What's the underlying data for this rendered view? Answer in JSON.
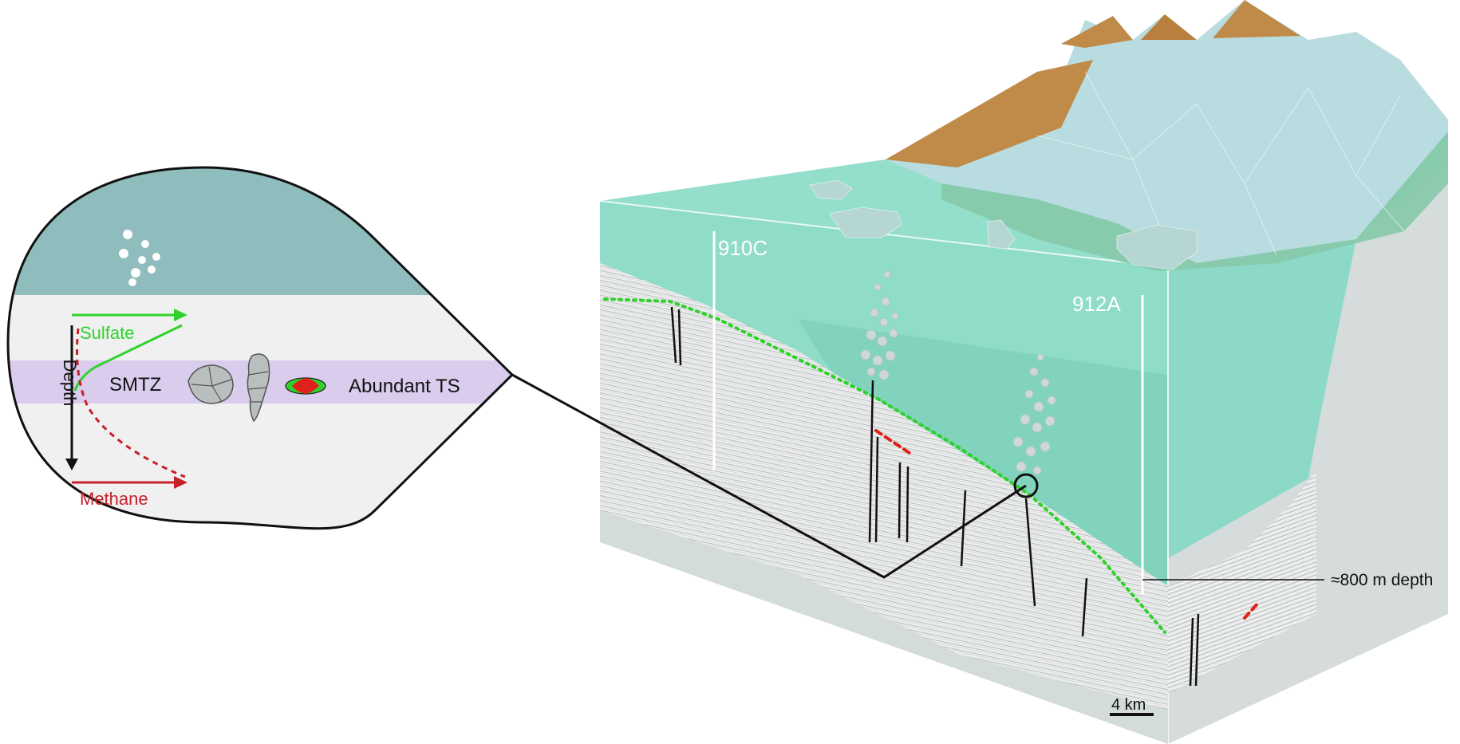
{
  "labels": {
    "site_a": "910C",
    "site_b": "912A",
    "depth_note": "≈800 m depth",
    "scale_bar": "4 km"
  },
  "inset": {
    "sulfate": "Sulfate",
    "methane": "Methane",
    "depth_axis": "Depth",
    "zone": "SMTZ",
    "abundant": "Abundant TS"
  },
  "colors": {
    "sulfate": "#2fd22b",
    "methane": "#c8202a",
    "smtz_band": "#d9ccec",
    "water": "#8fdcc8",
    "ice": "#b8dcdf",
    "land": "#c08a49",
    "sediment": "#e6e8e6"
  }
}
